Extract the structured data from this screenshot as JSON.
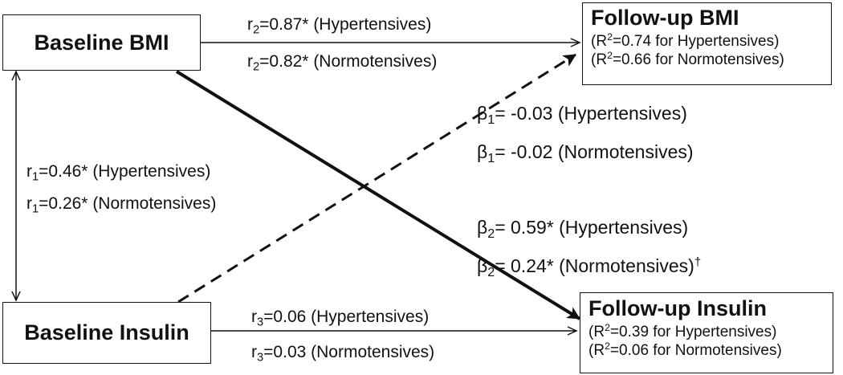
{
  "nodes": {
    "baseline_bmi": {
      "title": "Baseline BMI"
    },
    "baseline_insulin": {
      "title": "Baseline Insulin"
    },
    "followup_bmi": {
      "title": "Follow-up BMI",
      "r2_hyper": {
        "pre": "(R",
        "sup": "2",
        "post": "=0.74 for Hypertensives)"
      },
      "r2_normo": {
        "pre": "(R",
        "sup": "2",
        "post": "=0.66 for Normotensives)"
      }
    },
    "followup_insulin": {
      "title": "Follow-up Insulin",
      "r2_hyper": {
        "pre": "(R",
        "sup": "2",
        "post": "=0.39 for Hypertensives)"
      },
      "r2_normo": {
        "pre": "(R",
        "sup": "2",
        "post": "=0.06 for Normotensives)"
      }
    }
  },
  "paths": {
    "r2_hyper": {
      "sym": "r",
      "sub": "2",
      "val": "=0.87* (Hypertensives)"
    },
    "r2_normo": {
      "sym": "r",
      "sub": "2",
      "val": "=0.82* (Normotensives)"
    },
    "r1_hyper": {
      "sym": "r",
      "sub": "1",
      "val": "=0.46* (Hypertensives)"
    },
    "r1_normo": {
      "sym": "r",
      "sub": "1",
      "val": "=0.26* (Normotensives)"
    },
    "r3_hyper": {
      "sym": "r",
      "sub": "3",
      "val": "=0.06 (Hypertensives)"
    },
    "r3_normo": {
      "sym": "r",
      "sub": "3",
      "val": "=0.03 (Normotensives)"
    },
    "beta1_hyper": {
      "sym": "β",
      "sub": "1",
      "val": "= -0.03 (Hypertensives)"
    },
    "beta1_normo": {
      "sym": "β",
      "sub": "1",
      "val": "= -0.02 (Normotensives)"
    },
    "beta2_hyper": {
      "sym": "β",
      "sub": "2",
      "val": "= 0.59* (Hypertensives)"
    },
    "beta2_normo": {
      "sym": "β",
      "sub": "2",
      "val": "= 0.24* (Normotensives)",
      "mark": "†"
    }
  }
}
